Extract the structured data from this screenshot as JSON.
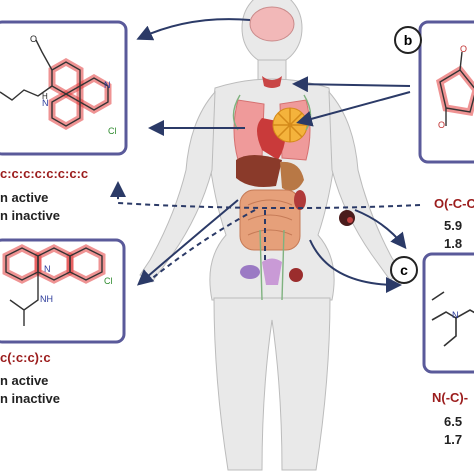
{
  "colors": {
    "panel_border": "#5a5a9a",
    "highlight": "#e23b3b",
    "smarts_text": "#9b1c1c",
    "arrow": "#2b3a67",
    "body_fill": "#e9e9e9"
  },
  "panels": {
    "top_left": {
      "smarts": "c:c:c:c:c:c:c:c",
      "stats": [
        "n active",
        "n inactive"
      ],
      "atom_labels": [
        "O",
        "N",
        "H",
        "N",
        "Cl"
      ]
    },
    "top_right": {
      "letter": "b",
      "smarts": "O(-C-C",
      "stats": [
        "5.9",
        "1.8"
      ],
      "atom_labels": [
        "O",
        "O"
      ]
    },
    "bottom_left": {
      "smarts": "c(:c:c):c",
      "stats": [
        "n active",
        "n inactive"
      ],
      "atom_labels": [
        "N",
        "Cl",
        "NH"
      ]
    },
    "bottom_right": {
      "letter": "c",
      "smarts": "N(-C)-",
      "stats": [
        "6.5",
        "1.7"
      ],
      "atom_labels": [
        "N"
      ]
    }
  }
}
